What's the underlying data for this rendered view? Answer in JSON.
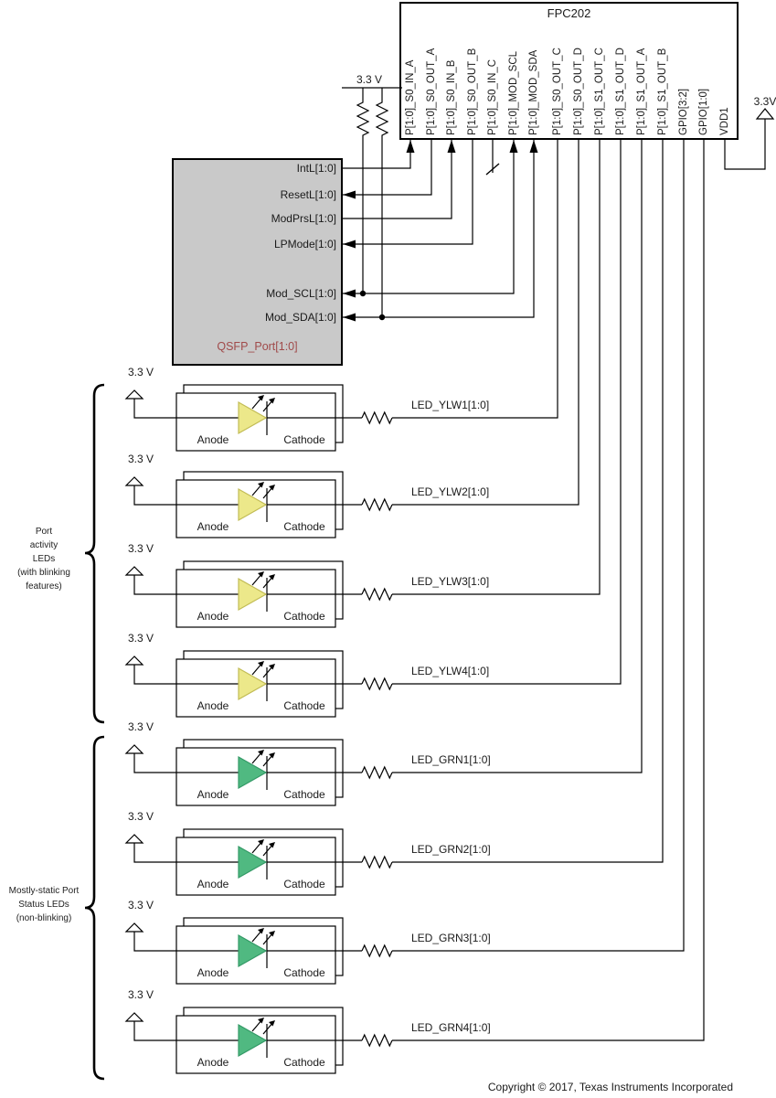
{
  "diagram": {
    "fpc": {
      "title": "FPC202",
      "pins": [
        "P[1:0]_S0_IN_A",
        "P[1:0]_S0_OUT_A",
        "P[1:0]_S0_IN_B",
        "P[1:0]_S0_OUT_B",
        "P[1:0]_S0_IN_C",
        "P[1:0]_MOD_SCL",
        "P[1:0]_MOD_SDA",
        "P[1:0]_S0_OUT_C",
        "P[1:0]_S0_OUT_D",
        "P[1:0]_S1_OUT_C",
        "P[1:0]_S1_OUT_D",
        "P[1:0]_S1_OUT_A",
        "P[1:0]_S1_OUT_B",
        "GPIO[3:2]",
        "GPIO[1:0]",
        "VDD1"
      ]
    },
    "qsfp": {
      "title": "QSFP_Port[1:0]",
      "pins": [
        "IntL[1:0]",
        "ResetL[1:0]",
        "ModPrsL[1:0]",
        "LPMode[1:0]",
        "Mod_SCL[1:0]",
        "Mod_SDA[1:0]"
      ]
    },
    "pullup_rail": {
      "label": "3.3 V"
    },
    "vdd_supply": {
      "label": "3.3V"
    },
    "led_rows": [
      {
        "net": "LED_YLW1[1:0]",
        "supply": "3.3 V",
        "anode": "Anode",
        "cathode": "Cathode"
      },
      {
        "net": "LED_YLW2[1:0]",
        "supply": "3.3 V",
        "anode": "Anode",
        "cathode": "Cathode"
      },
      {
        "net": "LED_YLW3[1:0]",
        "supply": "3.3 V",
        "anode": "Anode",
        "cathode": "Cathode"
      },
      {
        "net": "LED_YLW4[1:0]",
        "supply": "3.3 V",
        "anode": "Anode",
        "cathode": "Cathode"
      },
      {
        "net": "LED_GRN1[1:0]",
        "supply": "3.3 V",
        "anode": "Anode",
        "cathode": "Cathode"
      },
      {
        "net": "LED_GRN2[1:0]",
        "supply": "3.3 V",
        "anode": "Anode",
        "cathode": "Cathode"
      },
      {
        "net": "LED_GRN3[1:0]",
        "supply": "3.3 V",
        "anode": "Anode",
        "cathode": "Cathode"
      },
      {
        "net": "LED_GRN4[1:0]",
        "supply": "3.3 V",
        "anode": "Anode",
        "cathode": "Cathode"
      }
    ],
    "groups": [
      {
        "lines": [
          "Port",
          "activity",
          "LEDs",
          "(with blinking",
          "features)"
        ]
      },
      {
        "lines": [
          "Mostly-static Port",
          "Status LEDs",
          "(non-blinking)"
        ]
      }
    ],
    "copyright": "Copyright © 2017, Texas Instruments Incorporated"
  },
  "colors": {
    "yellow_led": "#ECE88A",
    "yellow_led_stroke": "#C2BC55",
    "green_led": "#50B981",
    "green_led_stroke": "#339966",
    "qsfp_fill": "#C9C9C9",
    "qsfp_label": "#A04A4A",
    "wire": "#000000"
  }
}
